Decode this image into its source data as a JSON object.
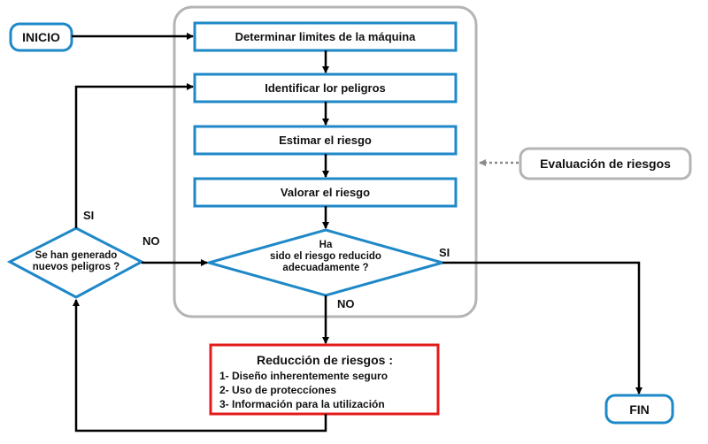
{
  "nodes": {
    "inicio": "INICIO",
    "fin": "FIN",
    "determinar": "Determinar limites de la máquina",
    "identificar": "Identificar lor peligros",
    "estimar": "Estimar el riesgo",
    "valorar": "Valorar el riesgo",
    "evaluacion": "Evaluación de riesgos"
  },
  "decisions": {
    "reducido": [
      "Ha",
      "sido el riesgo reducido",
      "adecuadamente ?"
    ],
    "nuevos": [
      "Se han generado",
      "nuevos peligros ?"
    ]
  },
  "reduccion": {
    "title": "Reducción de riesgos :",
    "items": [
      "1- Diseño inherentemente seguro",
      "2- Uso de proteccíones",
      "3- Información para la utilización"
    ]
  },
  "edge_labels": {
    "si_right": "SI",
    "no_down": "NO",
    "si_up": "SI",
    "no_right": "NO"
  },
  "colors": {
    "process_border": "#1E88C8",
    "group_border": "#B4B4B4",
    "reduction_border": "#E31B1B",
    "arrow": "#000000",
    "dashed_arrow": "#8C8C8C"
  }
}
